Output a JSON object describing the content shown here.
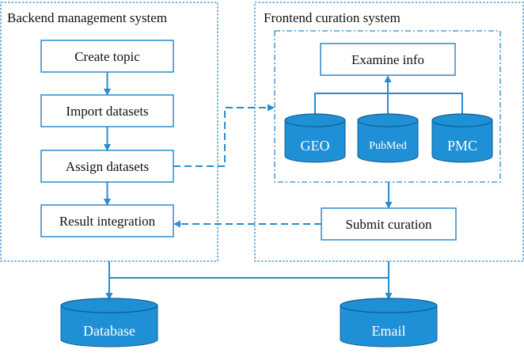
{
  "backend": {
    "title": "Backend management system",
    "steps": {
      "create_topic": "Create topic",
      "import_datasets": "Import datasets",
      "assign_datasets": "Assign datasets",
      "result_integration": "Result integration"
    }
  },
  "frontend": {
    "title": "Frontend curation system",
    "examine_info": "Examine info",
    "submit_curation": "Submit curation",
    "sources": {
      "geo": "GEO",
      "pubmed": "PubMed",
      "pmc": "PMC"
    }
  },
  "outputs": {
    "database": "Database",
    "email": "Email"
  },
  "colors": {
    "accent": "#2a8ccd",
    "cylinder_fill": "#1f8fd6",
    "cylinder_edge": "#0e5f94"
  }
}
